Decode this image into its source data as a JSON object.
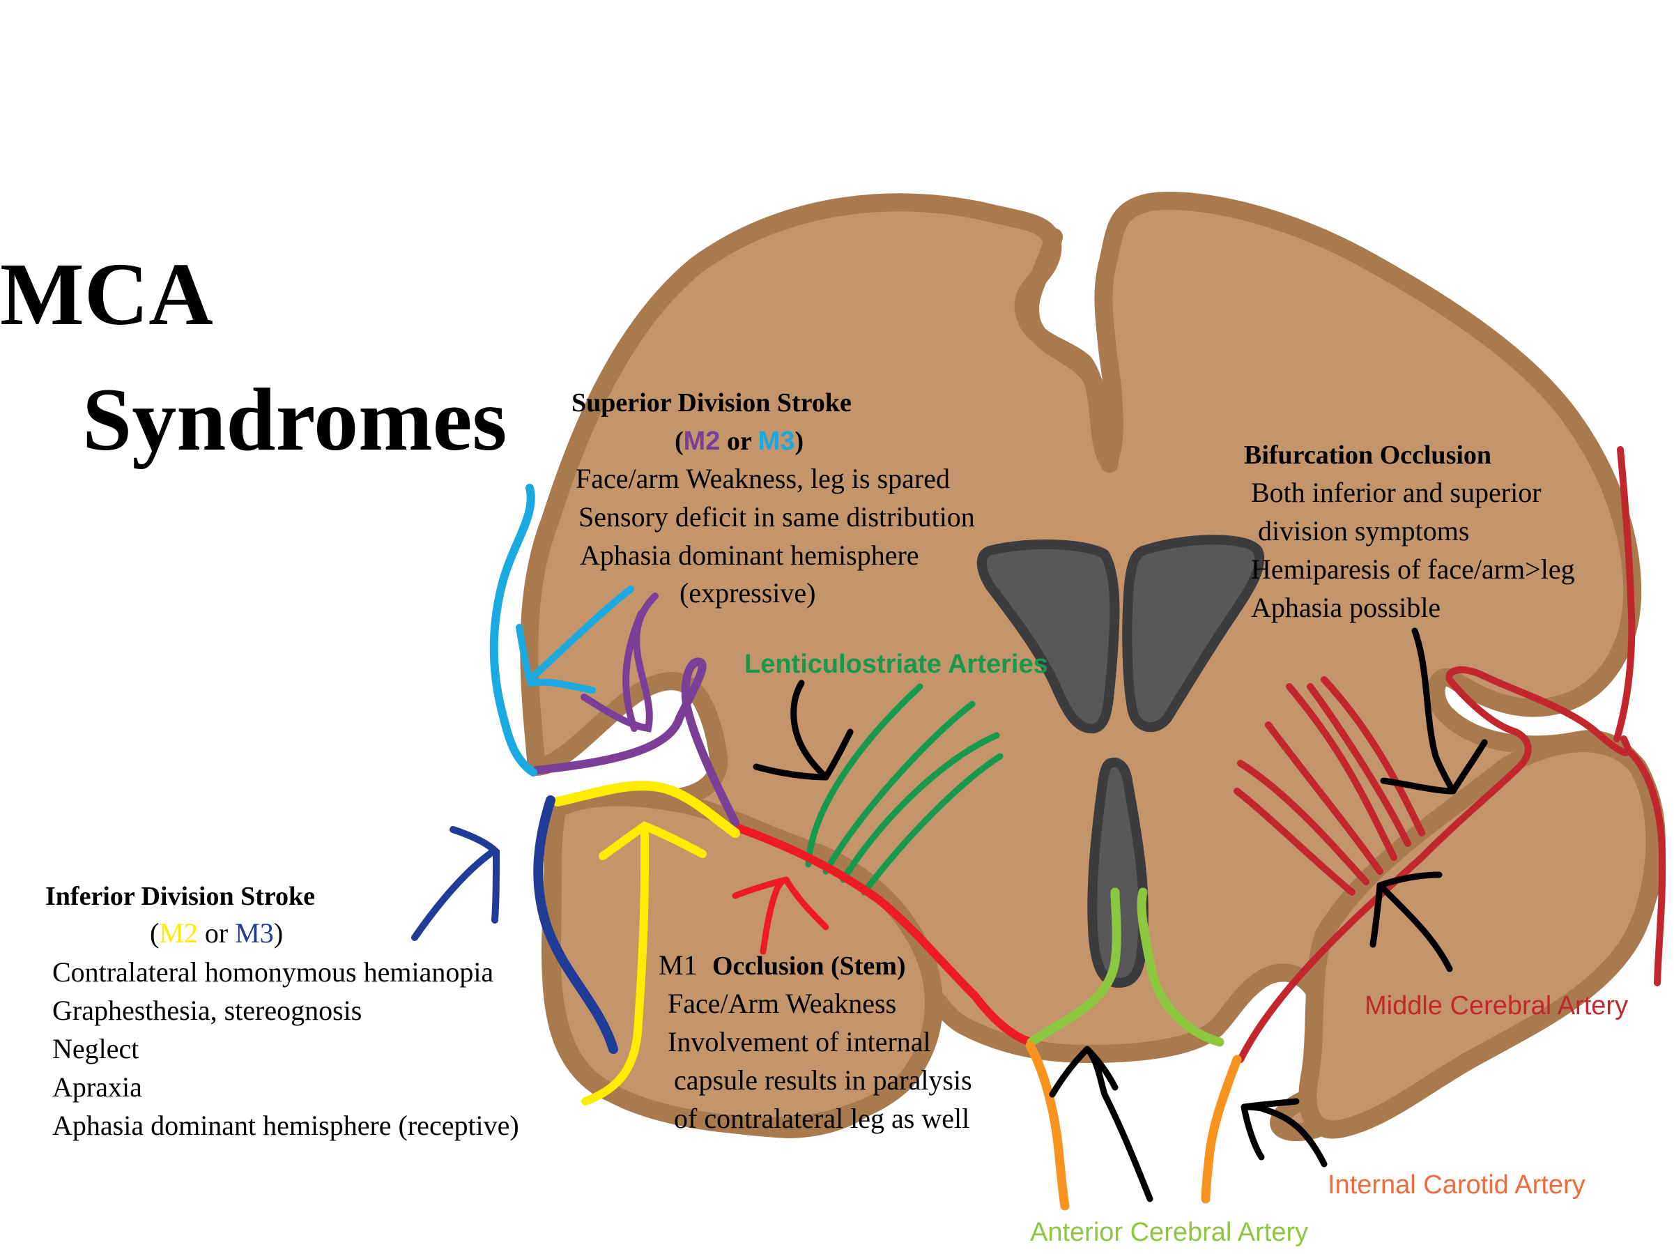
{
  "title": {
    "line1": "MCA",
    "line2": "Syndromes"
  },
  "superior": {
    "heading": "Superior Division Stroke",
    "sub_open": "(",
    "sub_m2": "M2",
    "sub_or": " or ",
    "sub_m3": "M3",
    "sub_close": ")",
    "lines": [
      "Face/arm Weakness, leg is spared",
      "Sensory deficit in same distribution",
      "Aphasia dominant hemisphere",
      "(expressive)"
    ]
  },
  "bifurcation": {
    "heading": "Bifurcation Occlusion",
    "lines": [
      "Both inferior and superior",
      "division symptoms",
      "Hemiparesis of face/arm>leg",
      "Aphasia possible"
    ]
  },
  "inferior": {
    "heading": "Inferior Division Stroke",
    "sub_open": "(",
    "sub_m2": "M2",
    "sub_or": " or ",
    "sub_m3": "M3",
    "sub_close": ")",
    "lines": [
      "Contralateral homonymous hemianopia",
      "Graphesthesia, stereognosis",
      "Neglect",
      "Apraxia",
      "Aphasia dominant hemisphere (receptive)"
    ]
  },
  "m1": {
    "tag": "M1",
    "heading": "Occlusion (Stem)",
    "lines": [
      "Face/Arm Weakness",
      "Involvement of internal",
      "capsule results in paralysis",
      "of contralateral leg as well"
    ]
  },
  "labels": {
    "lenticulostriate": "Lenticulostriate Arteries",
    "mca": "Middle Cerebral Artery",
    "ica": "Internal Carotid Artery",
    "aca": "Anterior Cerebral Artery"
  },
  "colors": {
    "brain_fill": "#c4956a",
    "brain_outline": "#a87a4e",
    "ventricle_fill": "#58585a",
    "ventricle_outline": "#3c3c3e",
    "superior_purple": "#7b3f98",
    "superior_cyan": "#1ba9e1",
    "inferior_yellow": "#ffed00",
    "inferior_navy": "#213c96",
    "m1_red": "#ed1c24",
    "mca_red": "#c1272d",
    "lenticulo_green": "#16994a",
    "aca_green": "#8dc63f",
    "ica_orange": "#f7931e",
    "ica_label": "#f26b3a"
  }
}
